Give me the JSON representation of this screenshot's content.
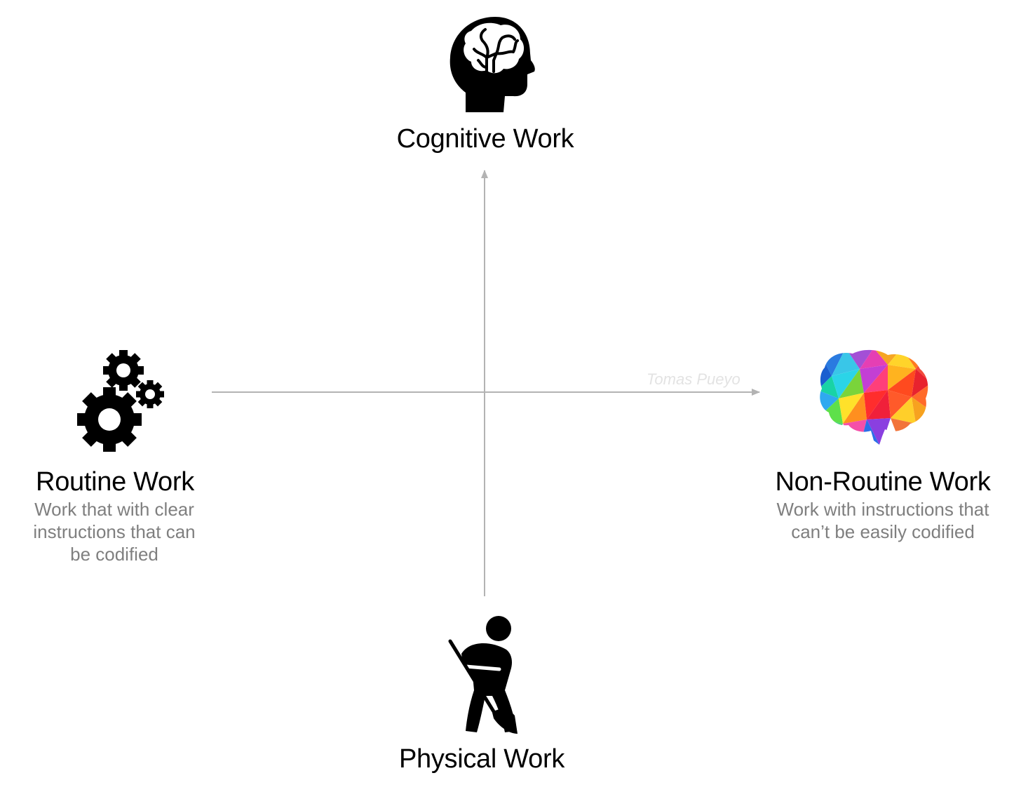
{
  "diagram": {
    "top": {
      "label": "Cognitive Work",
      "icon": "head-brain-icon"
    },
    "bottom": {
      "label": "Physical Work",
      "icon": "digging-worker-icon"
    },
    "left": {
      "label": "Routine Work",
      "description": "Work that with clear instructions that can be codified",
      "icon": "gears-icon"
    },
    "right": {
      "label": "Non-Routine Work",
      "description": "Work with instructions that can’t be easily codified",
      "icon": "colorful-brain-icon"
    },
    "watermark": "Tomas Pueyo"
  },
  "colors": {
    "axis": "#b3b3b3",
    "label": "#000000",
    "description": "#7f7f7f",
    "watermark": "#e3e3e3"
  }
}
